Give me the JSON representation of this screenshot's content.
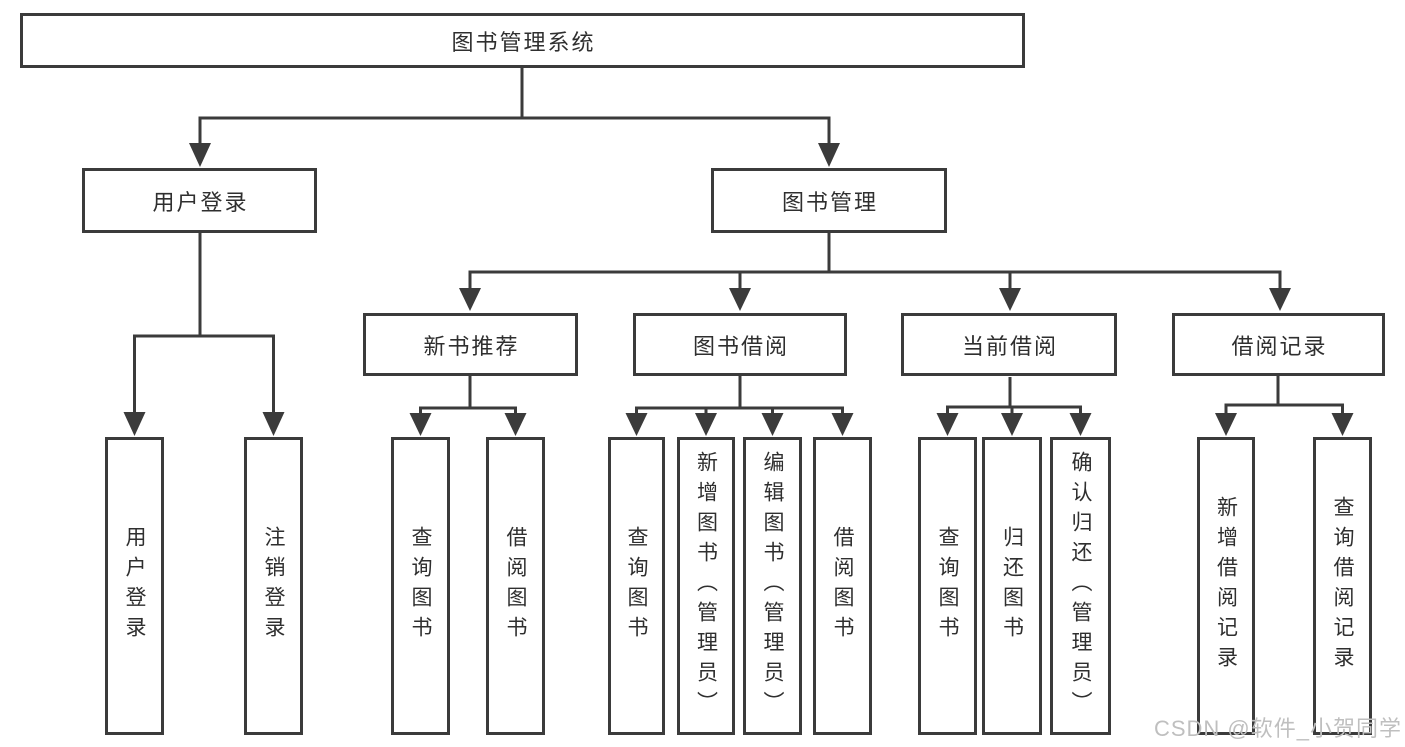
{
  "diagram": {
    "root": "图书管理系统",
    "level2": [
      "用户登录",
      "图书管理"
    ],
    "level3": [
      "新书推荐",
      "图书借阅",
      "当前借阅",
      "借阅记录"
    ],
    "leaves": {
      "user_login": [
        "用户登录",
        "注销登录"
      ],
      "new_book": [
        "查询图书",
        "借阅图书"
      ],
      "book_borrow": [
        "查询图书",
        "新增图书（管理员）",
        "编辑图书（管理员）",
        "借阅图书"
      ],
      "current_borrow": [
        "查询图书",
        "归还图书",
        "确认归还（管理员）"
      ],
      "borrow_record": [
        "新增借阅记录",
        "查询借阅记录"
      ]
    }
  },
  "watermark": "CSDN @软件_小贺同学",
  "colors": {
    "line": "#3b3b3b",
    "text": "#2f2f2f",
    "background": "#ffffff",
    "watermark": "#bfbfbf"
  }
}
